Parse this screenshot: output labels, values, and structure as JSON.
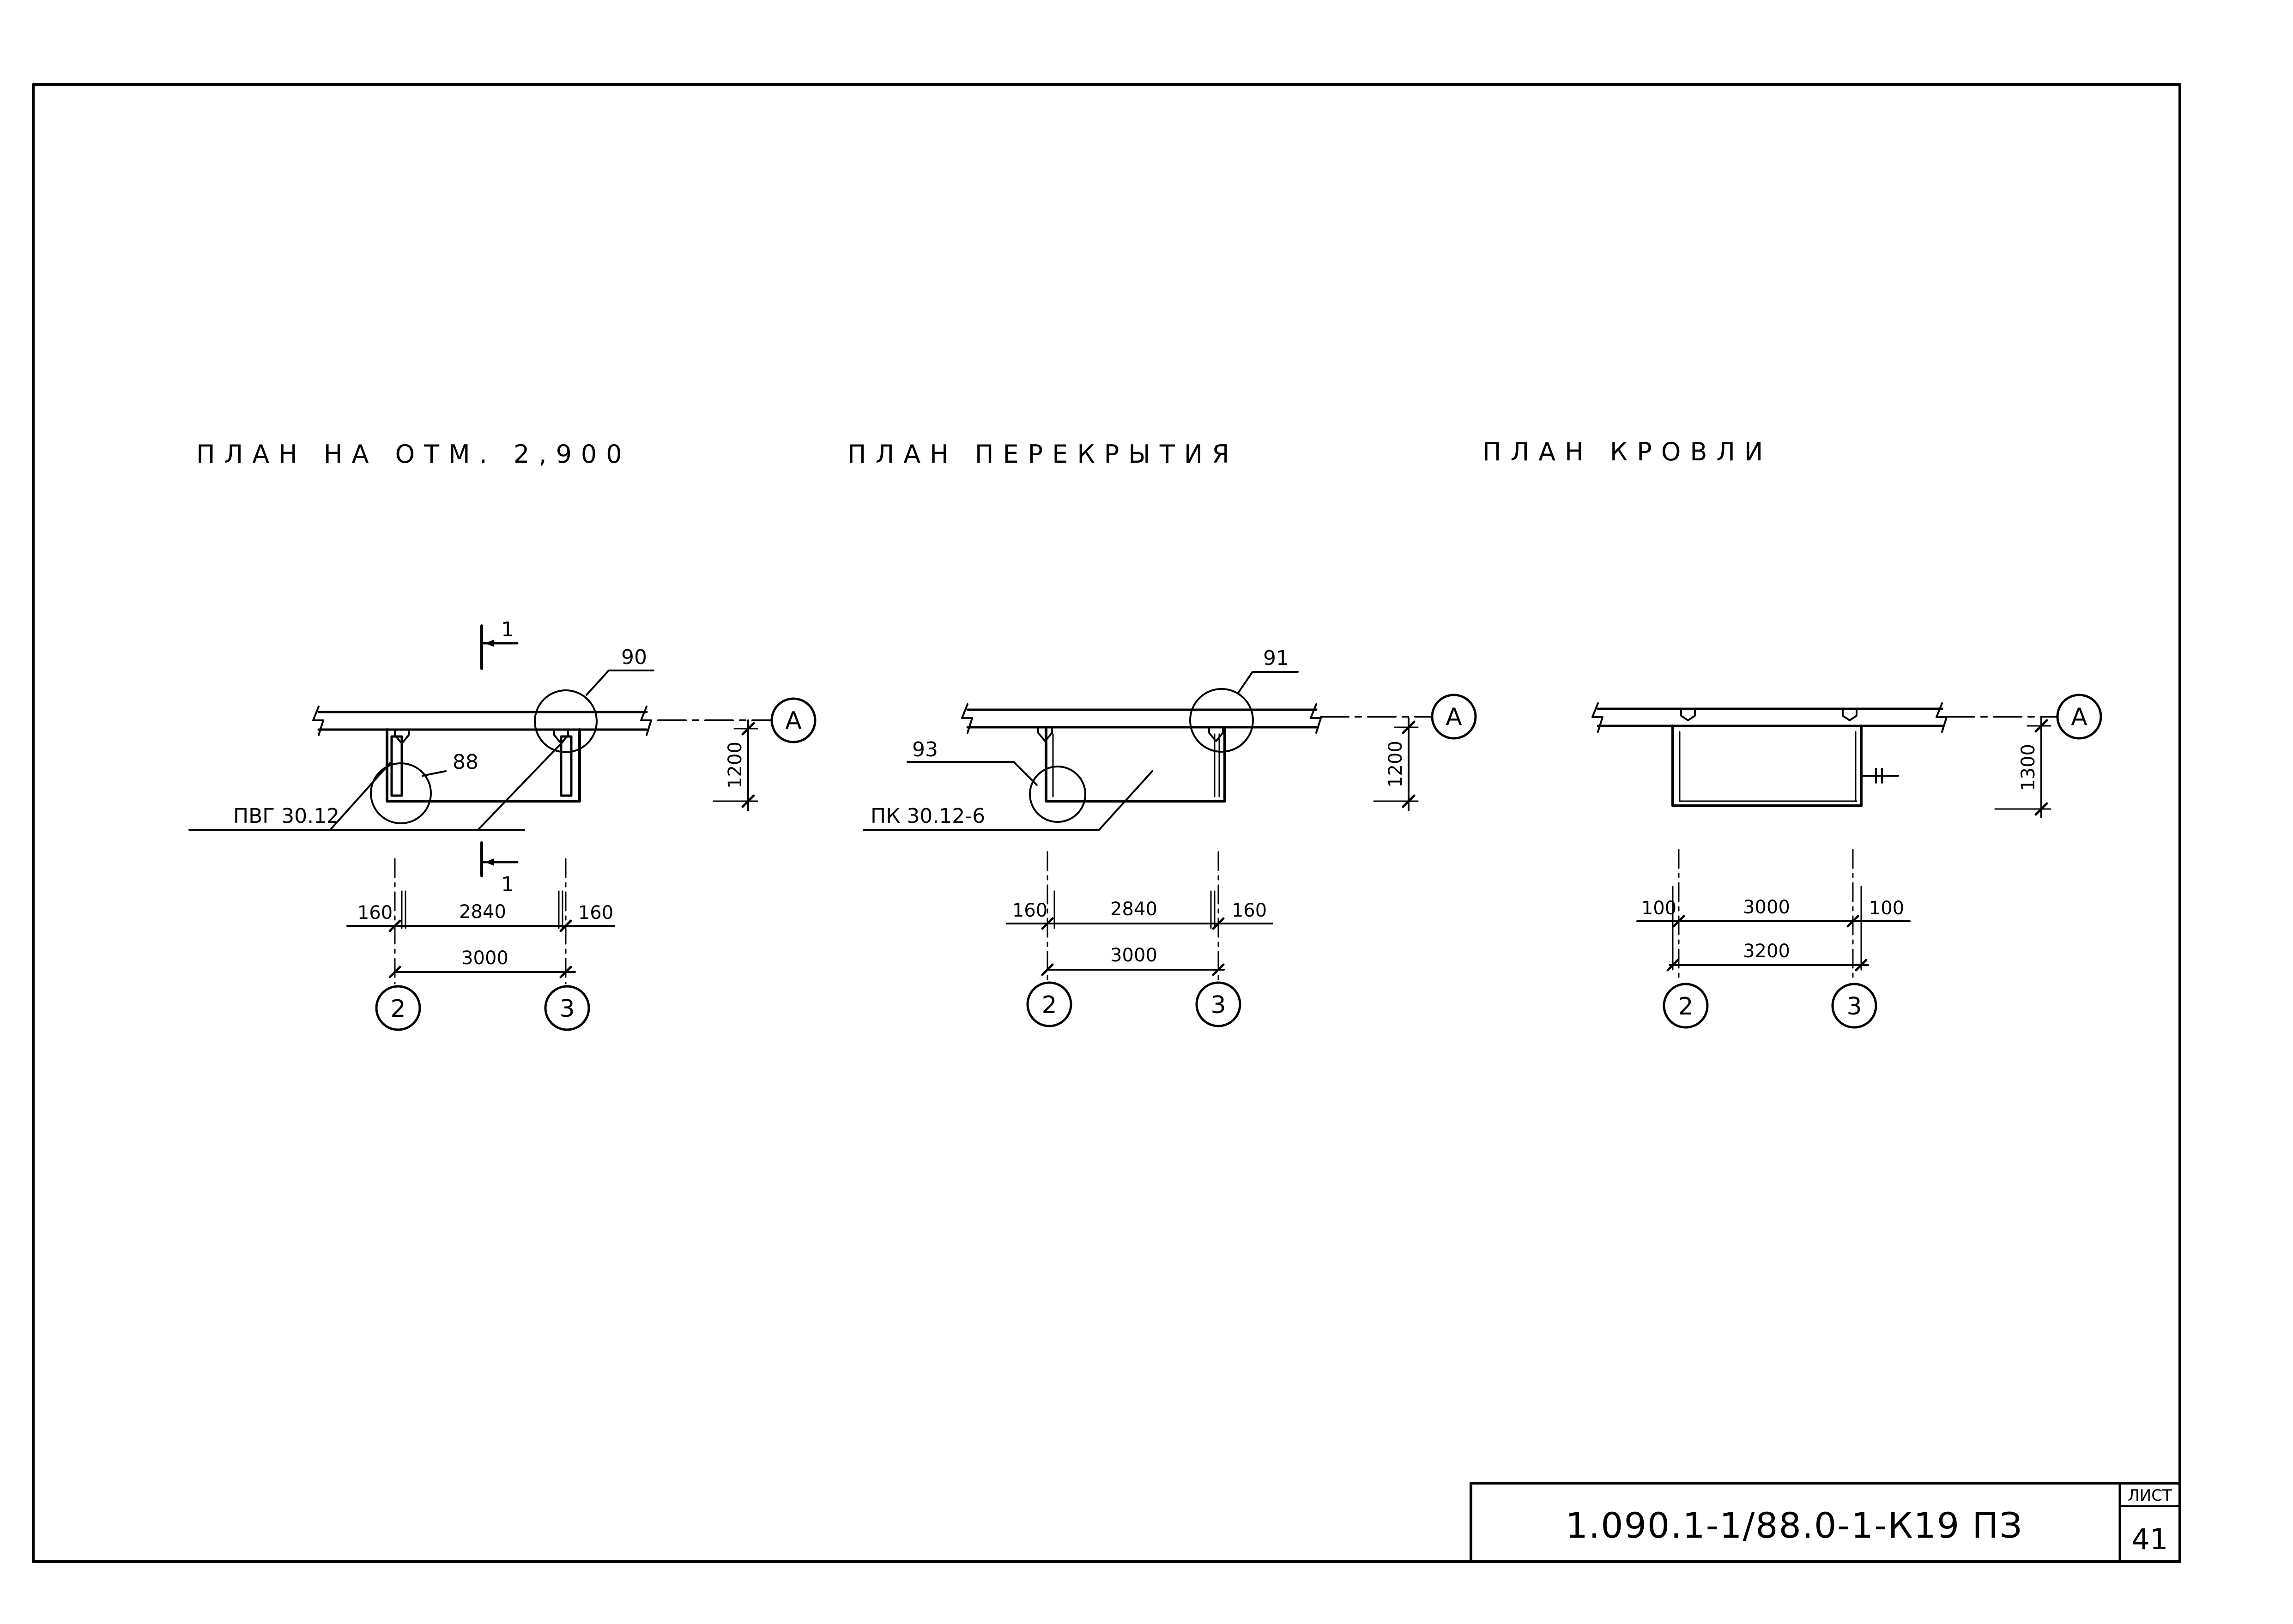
{
  "plans": [
    {
      "title": "ПЛАН НА ОТМ. 2,900",
      "section_mark": "1",
      "callouts": [
        "90",
        "88"
      ],
      "element_label": "ПВГ 30.12",
      "depth_dim": "1200",
      "dims_top": [
        "160",
        "2840",
        "160"
      ],
      "dim_total": "3000",
      "axes": [
        "2",
        "3"
      ],
      "axis_row": "А"
    },
    {
      "title": "ПЛАН ПЕРЕКРЫТИЯ",
      "callouts": [
        "91",
        "93"
      ],
      "element_label": "ПК 30.12-6",
      "depth_dim": "1200",
      "dims_top": [
        "160",
        "2840",
        "160"
      ],
      "dim_total": "3000",
      "axes": [
        "2",
        "3"
      ],
      "axis_row": "А"
    },
    {
      "title": "ПЛАН КРОВЛИ",
      "depth_dim": "1300",
      "dims_top": [
        "100",
        "3000",
        "100"
      ],
      "dim_total": "3200",
      "axes": [
        "2",
        "3"
      ],
      "axis_row": "А"
    }
  ],
  "stamp": {
    "code": "1.090.1-1/88.0-1-К19 ПЗ",
    "sheet_label": "ЛИСТ",
    "sheet_number": "41"
  }
}
